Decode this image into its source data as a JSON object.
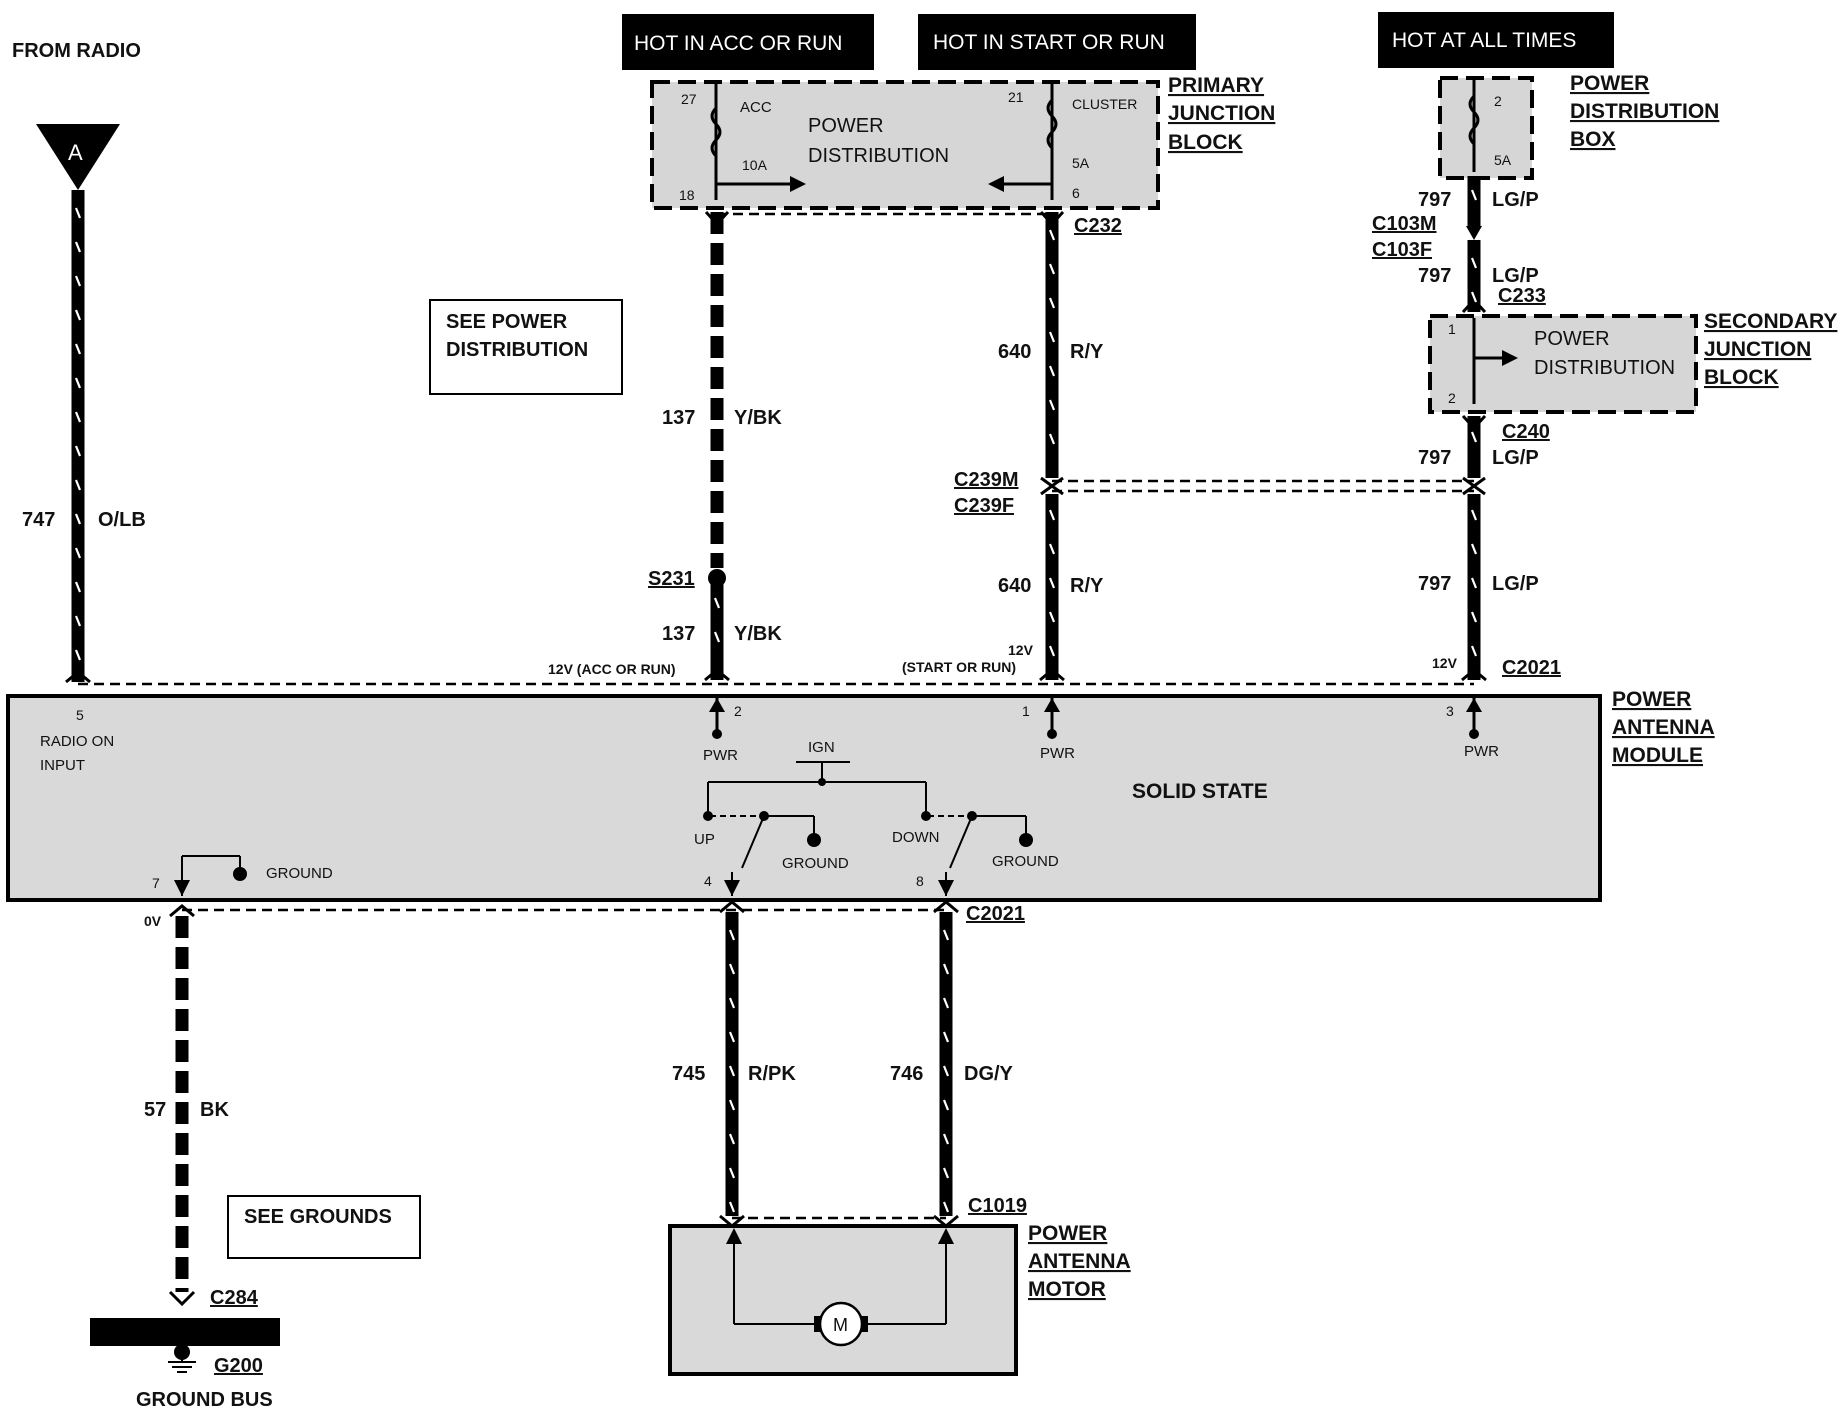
{
  "header": {
    "from_radio": "FROM RADIO",
    "hot_acc_run": "HOT IN ACC OR RUN",
    "hot_start_run": "HOT IN START OR RUN",
    "hot_all_times": "HOT AT ALL TIMES"
  },
  "connector_a": "A",
  "primary_junction_block": {
    "name_line1": "PRIMARY",
    "name_line2": "JUNCTION",
    "name_line3": "BLOCK",
    "inner_line1": "POWER",
    "inner_line2": "DISTRIBUTION",
    "fuse_acc_in": "27",
    "fuse_acc_label": "ACC",
    "fuse_acc_rating": "10A",
    "fuse_acc_out": "18",
    "fuse_cluster_in": "21",
    "fuse_cluster_label": "CLUSTER",
    "fuse_cluster_rating": "5A",
    "fuse_cluster_out": "6"
  },
  "power_distribution_box": {
    "name_line1": "POWER",
    "name_line2": "DISTRIBUTION",
    "name_line3": "BOX",
    "fuse_in": "2",
    "fuse_rating": "5A"
  },
  "secondary_junction_block": {
    "name_line1": "SECONDARY",
    "name_line2": "JUNCTION",
    "name_line3": "BLOCK",
    "inner_line1": "POWER",
    "inner_line2": "DISTRIBUTION",
    "pin_top": "1",
    "pin_bottom": "2"
  },
  "notes": {
    "see_power_line1": "SEE POWER",
    "see_power_line2": "DISTRIBUTION",
    "see_grounds": "SEE GROUNDS"
  },
  "wires": {
    "w747": {
      "circuit": "747",
      "color": "O/LB"
    },
    "w137a": {
      "circuit": "137",
      "color": "Y/BK"
    },
    "w137b": {
      "circuit": "137",
      "color": "Y/BK"
    },
    "w640a": {
      "circuit": "640",
      "color": "R/Y"
    },
    "w640b": {
      "circuit": "640",
      "color": "R/Y"
    },
    "w797a": {
      "circuit": "797",
      "color": "LG/P"
    },
    "w797b": {
      "circuit": "797",
      "color": "LG/P"
    },
    "w797c": {
      "circuit": "797",
      "color": "LG/P"
    },
    "w797d": {
      "circuit": "797",
      "color": "LG/P"
    },
    "w57": {
      "circuit": "57",
      "color": "BK"
    },
    "w745": {
      "circuit": "745",
      "color": "R/PK"
    },
    "w746": {
      "circuit": "746",
      "color": "DG/Y"
    }
  },
  "connectors": {
    "c232": "C232",
    "c103m": "C103M",
    "c103f": "C103F",
    "c233": "C233",
    "c240": "C240",
    "c239m": "C239M",
    "c239f": "C239F",
    "s231": "S231",
    "c2021_top": "C2021",
    "c2021_bottom": "C2021",
    "c1019": "C1019",
    "c284": "C284",
    "g200": "G200"
  },
  "voltages": {
    "acc_run": "12V (ACC OR RUN)",
    "start_run_line1": "12V",
    "start_run_line2": "(START OR RUN)",
    "all_times": "12V",
    "ground": "0V"
  },
  "module": {
    "name_line1": "POWER",
    "name_line2": "ANTENNA",
    "name_line3": "MODULE",
    "solid_state": "SOLID STATE",
    "pin5": "5",
    "radio_on_line1": "RADIO ON",
    "radio_on_line2": "INPUT",
    "pin2": "2",
    "pin1": "1",
    "pin3": "3",
    "pwr1": "PWR",
    "pwr2": "PWR",
    "pwr3": "PWR",
    "ign": "IGN",
    "up": "UP",
    "down": "DOWN",
    "ground1": "GROUND",
    "ground2": "GROUND",
    "ground3": "GROUND",
    "pin7": "7",
    "pin4": "4",
    "pin8": "8"
  },
  "motor": {
    "name_line1": "POWER",
    "name_line2": "ANTENNA",
    "name_line3": "MOTOR",
    "symbol": "M"
  },
  "ground_bus": "GROUND BUS"
}
